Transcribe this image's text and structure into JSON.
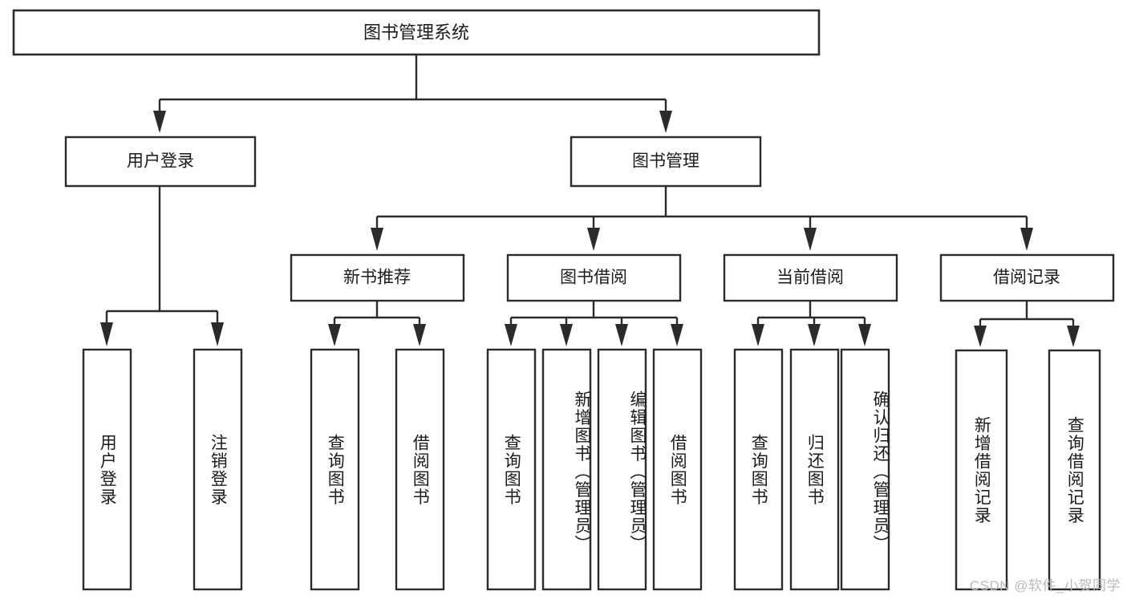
{
  "diagram": {
    "type": "tree-hierarchy-chart",
    "title_text": "图书管理系统",
    "orientation": "top-down",
    "levels": 4,
    "root": {
      "id": "root",
      "label": "图书管理系统"
    },
    "level2": [
      {
        "id": "user-login",
        "label": "用户登录"
      },
      {
        "id": "book-management",
        "label": "图书管理"
      }
    ],
    "level3": [
      {
        "id": "new-book-recommend",
        "label": "新书推荐",
        "parent": "book-management"
      },
      {
        "id": "book-borrow",
        "label": "图书借阅",
        "parent": "book-management"
      },
      {
        "id": "current-borrow",
        "label": "当前借阅",
        "parent": "book-management"
      },
      {
        "id": "borrow-record",
        "label": "借阅记录",
        "parent": "book-management"
      }
    ],
    "leaves": {
      "user_login": [
        {
          "id": "leaf-user-login",
          "label": "用户登录"
        },
        {
          "id": "leaf-user-logout",
          "label": "注销登录"
        }
      ],
      "new_book_recommend": [
        {
          "id": "leaf-query-book-1",
          "label": "查询图书"
        },
        {
          "id": "leaf-borrow-book-1",
          "label": "借阅图书"
        }
      ],
      "book_borrow": [
        {
          "id": "leaf-query-book-2",
          "label": "查询图书"
        },
        {
          "id": "leaf-add-book",
          "label": "新增图书（管理员）"
        },
        {
          "id": "leaf-edit-book",
          "label": "编辑图书（管理员）"
        },
        {
          "id": "leaf-borrow-book-2",
          "label": "借阅图书"
        }
      ],
      "current_borrow": [
        {
          "id": "leaf-query-book-3",
          "label": "查询图书"
        },
        {
          "id": "leaf-return-book",
          "label": "归还图书"
        },
        {
          "id": "leaf-confirm-return",
          "label": "确认归还（管理员）"
        }
      ],
      "borrow_record": [
        {
          "id": "leaf-add-record",
          "label": "新增借阅记录"
        },
        {
          "id": "leaf-query-record",
          "label": "查询借阅记录"
        }
      ]
    },
    "colors": {
      "stroke": "#2b2b2b",
      "fill": "#ffffff",
      "text": "#1b1b1b",
      "watermark": "#b9b9b9"
    }
  },
  "watermark": {
    "text": "CSDN @软件_小贺同学"
  }
}
